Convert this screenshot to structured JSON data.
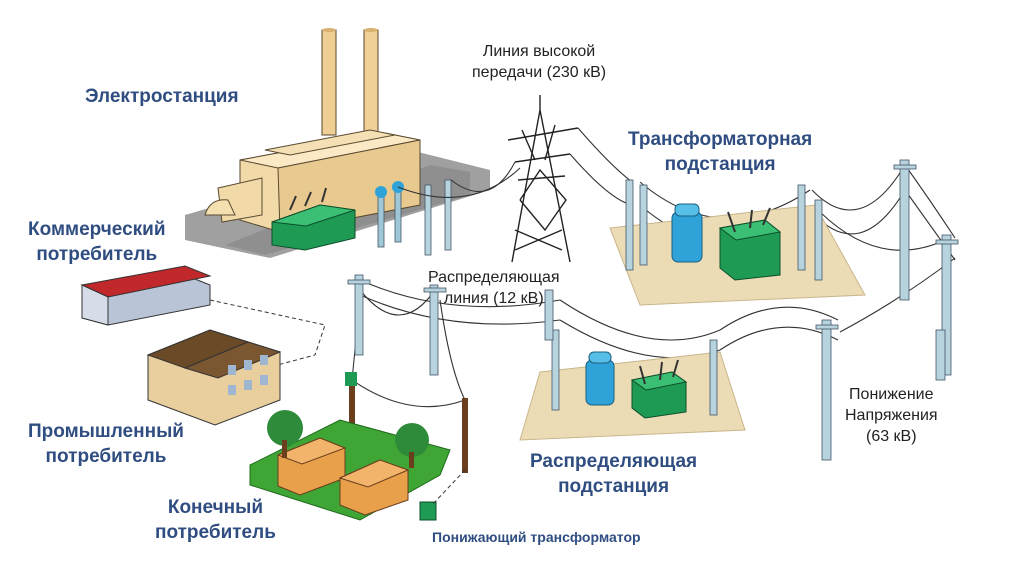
{
  "labels": {
    "power_plant": "Электростанция",
    "commercial": [
      "Коммерческий",
      "потребитель"
    ],
    "industrial": [
      "Промышленный",
      "потребитель"
    ],
    "end_consumer": [
      "Конечный",
      "потребитель"
    ],
    "hv_line": [
      "Линия высокой",
      "передачи (230 кВ)"
    ],
    "transformer_substation": [
      "Трансформаторная",
      "подстанция"
    ],
    "distribution_line": [
      "Распределяющая",
      "линия (12 кВ)"
    ],
    "distribution_substation": [
      "Распределяющая",
      "подстанция"
    ],
    "step_down": [
      "Понижение",
      "Напряжения",
      "(63 кВ)"
    ],
    "step_down_transformer": "Понижающий трансформатор"
  },
  "colors": {
    "label_blue": "#2f4d80",
    "equipment_green": "#1e9a55",
    "equipment_blue": "#2fa3d8",
    "pad_sand": "#ecdcb6",
    "lawn_green": "#3fa535",
    "pavement_gray": "#8a8a8a",
    "house_orange": "#e8a04a",
    "roof_red": "#c0282c"
  }
}
